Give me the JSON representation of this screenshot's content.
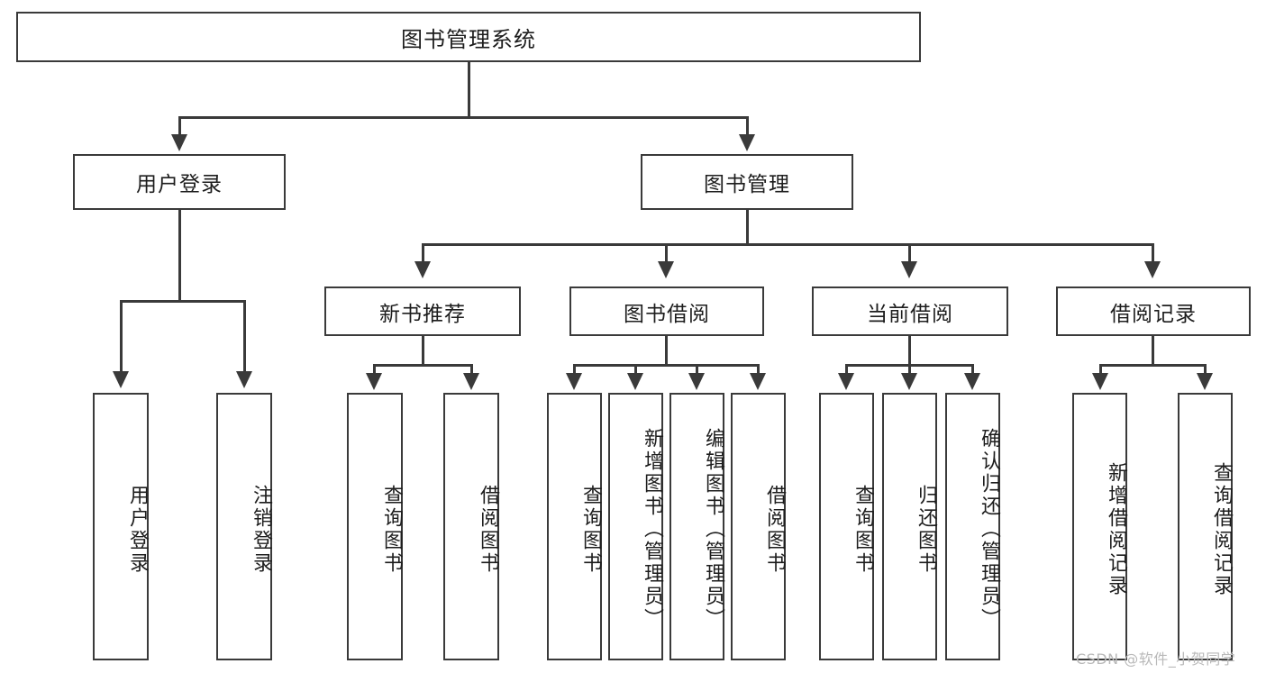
{
  "diagram": {
    "title": "图书管理系统",
    "type": "tree-hierarchy",
    "root": {
      "label": "图书管理系统",
      "children": [
        {
          "label": "用户登录",
          "children": [
            {
              "label": "用户登录"
            },
            {
              "label": "注销登录"
            }
          ]
        },
        {
          "label": "图书管理",
          "children": [
            {
              "label": "新书推荐",
              "children": [
                {
                  "label": "查询图书"
                },
                {
                  "label": "借阅图书"
                }
              ]
            },
            {
              "label": "图书借阅",
              "children": [
                {
                  "label": "查询图书"
                },
                {
                  "label": "新增图书（管理员）"
                },
                {
                  "label": "编辑图书（管理员）"
                },
                {
                  "label": "借阅图书"
                }
              ]
            },
            {
              "label": "当前借阅",
              "children": [
                {
                  "label": "查询图书"
                },
                {
                  "label": "归还图书"
                },
                {
                  "label": "确认归还（管理员）"
                }
              ]
            },
            {
              "label": "借阅记录",
              "children": [
                {
                  "label": "新增借阅记录"
                },
                {
                  "label": "查询借阅记录"
                }
              ]
            }
          ]
        }
      ]
    }
  },
  "nodes": {
    "root": "图书管理系统",
    "l2_user_login": "用户登录",
    "l2_book_manage": "图书管理",
    "l3_new_book_rec": "新书推荐",
    "l3_book_borrow": "图书借阅",
    "l3_current_borrow": "当前借阅",
    "l3_borrow_record": "借阅记录",
    "leaf_user_login": "用户登录",
    "leaf_logout": "注销登录",
    "leaf_rec_query": "查询图书",
    "leaf_rec_borrow": "借阅图书",
    "leaf_borrow_query": "查询图书",
    "leaf_borrow_add": "新增图书（管理员）",
    "leaf_borrow_edit": "编辑图书（管理员）",
    "leaf_borrow_borrow": "借阅图书",
    "leaf_cur_query": "查询图书",
    "leaf_cur_return": "归还图书",
    "leaf_cur_confirm": "确认归还（管理员）",
    "leaf_rec_add": "新增借阅记录",
    "leaf_rec_query2": "查询借阅记录"
  },
  "watermark": {
    "text": "CSDN @软件_小贺同学"
  },
  "colors": {
    "stroke": "#3a3a3a",
    "text": "#1d1d1d",
    "background": "#ffffff",
    "watermark": "#b9b9b9"
  }
}
